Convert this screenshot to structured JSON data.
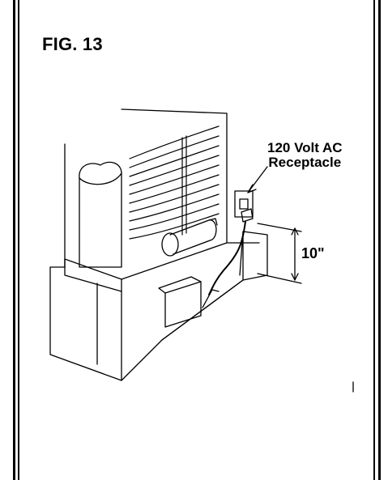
{
  "figure": {
    "title": "FIG. 13",
    "callouts": {
      "receptacle_line1": "120 Volt AC",
      "receptacle_line2": "Receptacle",
      "height_dimension": "10\""
    }
  }
}
